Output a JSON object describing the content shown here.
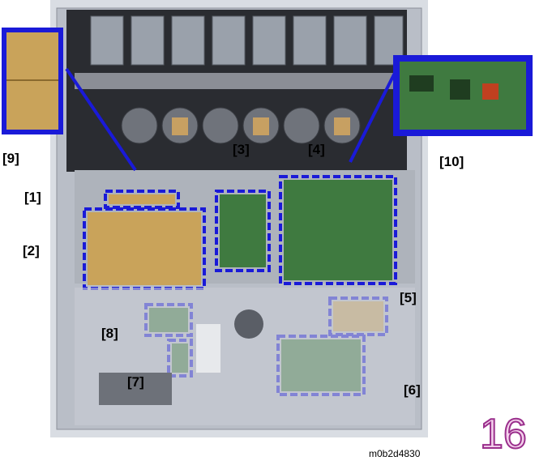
{
  "callouts": {
    "c1": "[1]",
    "c2": "[2]",
    "c3": "[3]",
    "c4": "[4]",
    "c5": "[5]",
    "c6": "[6]",
    "c7": "[7]",
    "c8": "[8]",
    "c9": "[9]",
    "c10": "[10]"
  },
  "doc_code": "m0b2d4830",
  "page_number": "16",
  "colors": {
    "highlight": "#1a1ad8",
    "page_number_fill": "#f4d0ec",
    "page_number_stroke": "#9a2f8c",
    "frame": "#c8ccd4",
    "board_green": "#3f7a40",
    "board_tan": "#c9a35a"
  }
}
